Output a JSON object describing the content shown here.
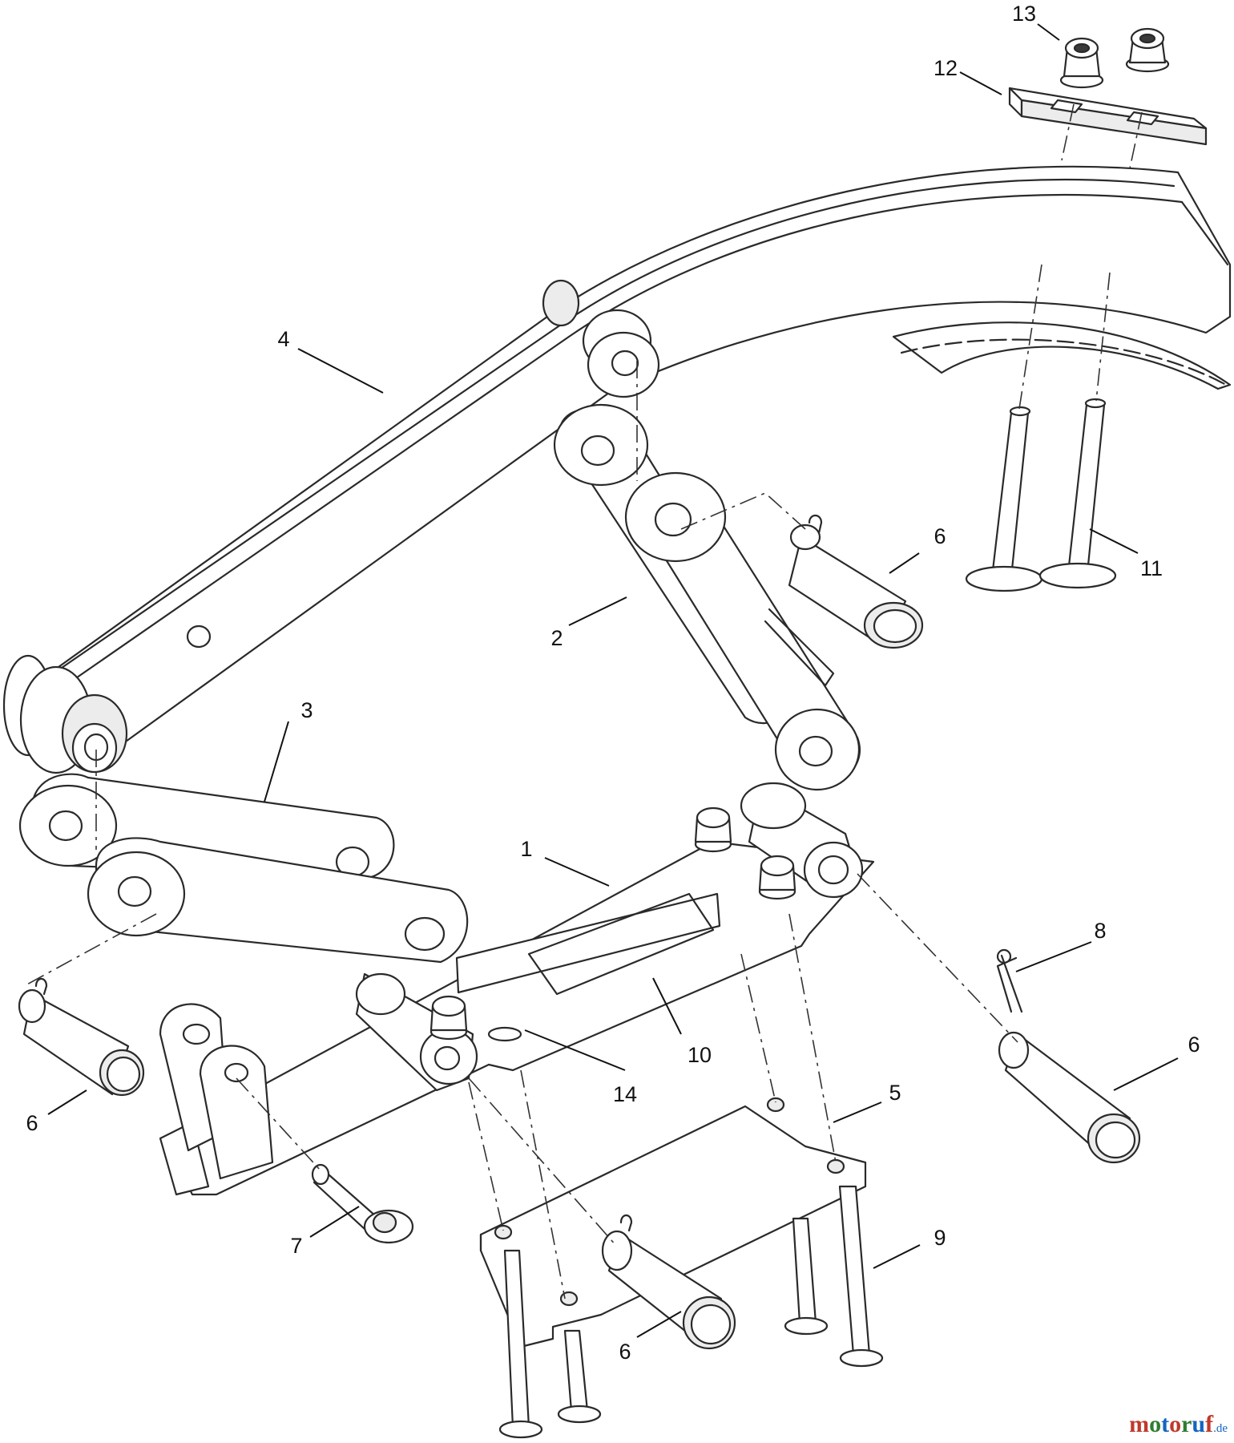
{
  "callouts": {
    "p1": "1",
    "p2": "2",
    "p3": "3",
    "p4": "4",
    "p5": "5",
    "p6a": "6",
    "p6b": "6",
    "p6c": "6",
    "p6d": "6",
    "p7": "7",
    "p8": "8",
    "p9": "9",
    "p10": "10",
    "p11": "11",
    "p12": "12",
    "p13": "13",
    "p14": "14"
  },
  "watermark": {
    "brand": "motoruf",
    "tld": ".de",
    "colors": [
      "#c0392b",
      "#2e7d32",
      "#1565c0",
      "#c0392b",
      "#2e7d32",
      "#1565c0",
      "#c0392b"
    ]
  },
  "colors": {
    "line": "#2a2a2a",
    "background": "#ffffff"
  }
}
